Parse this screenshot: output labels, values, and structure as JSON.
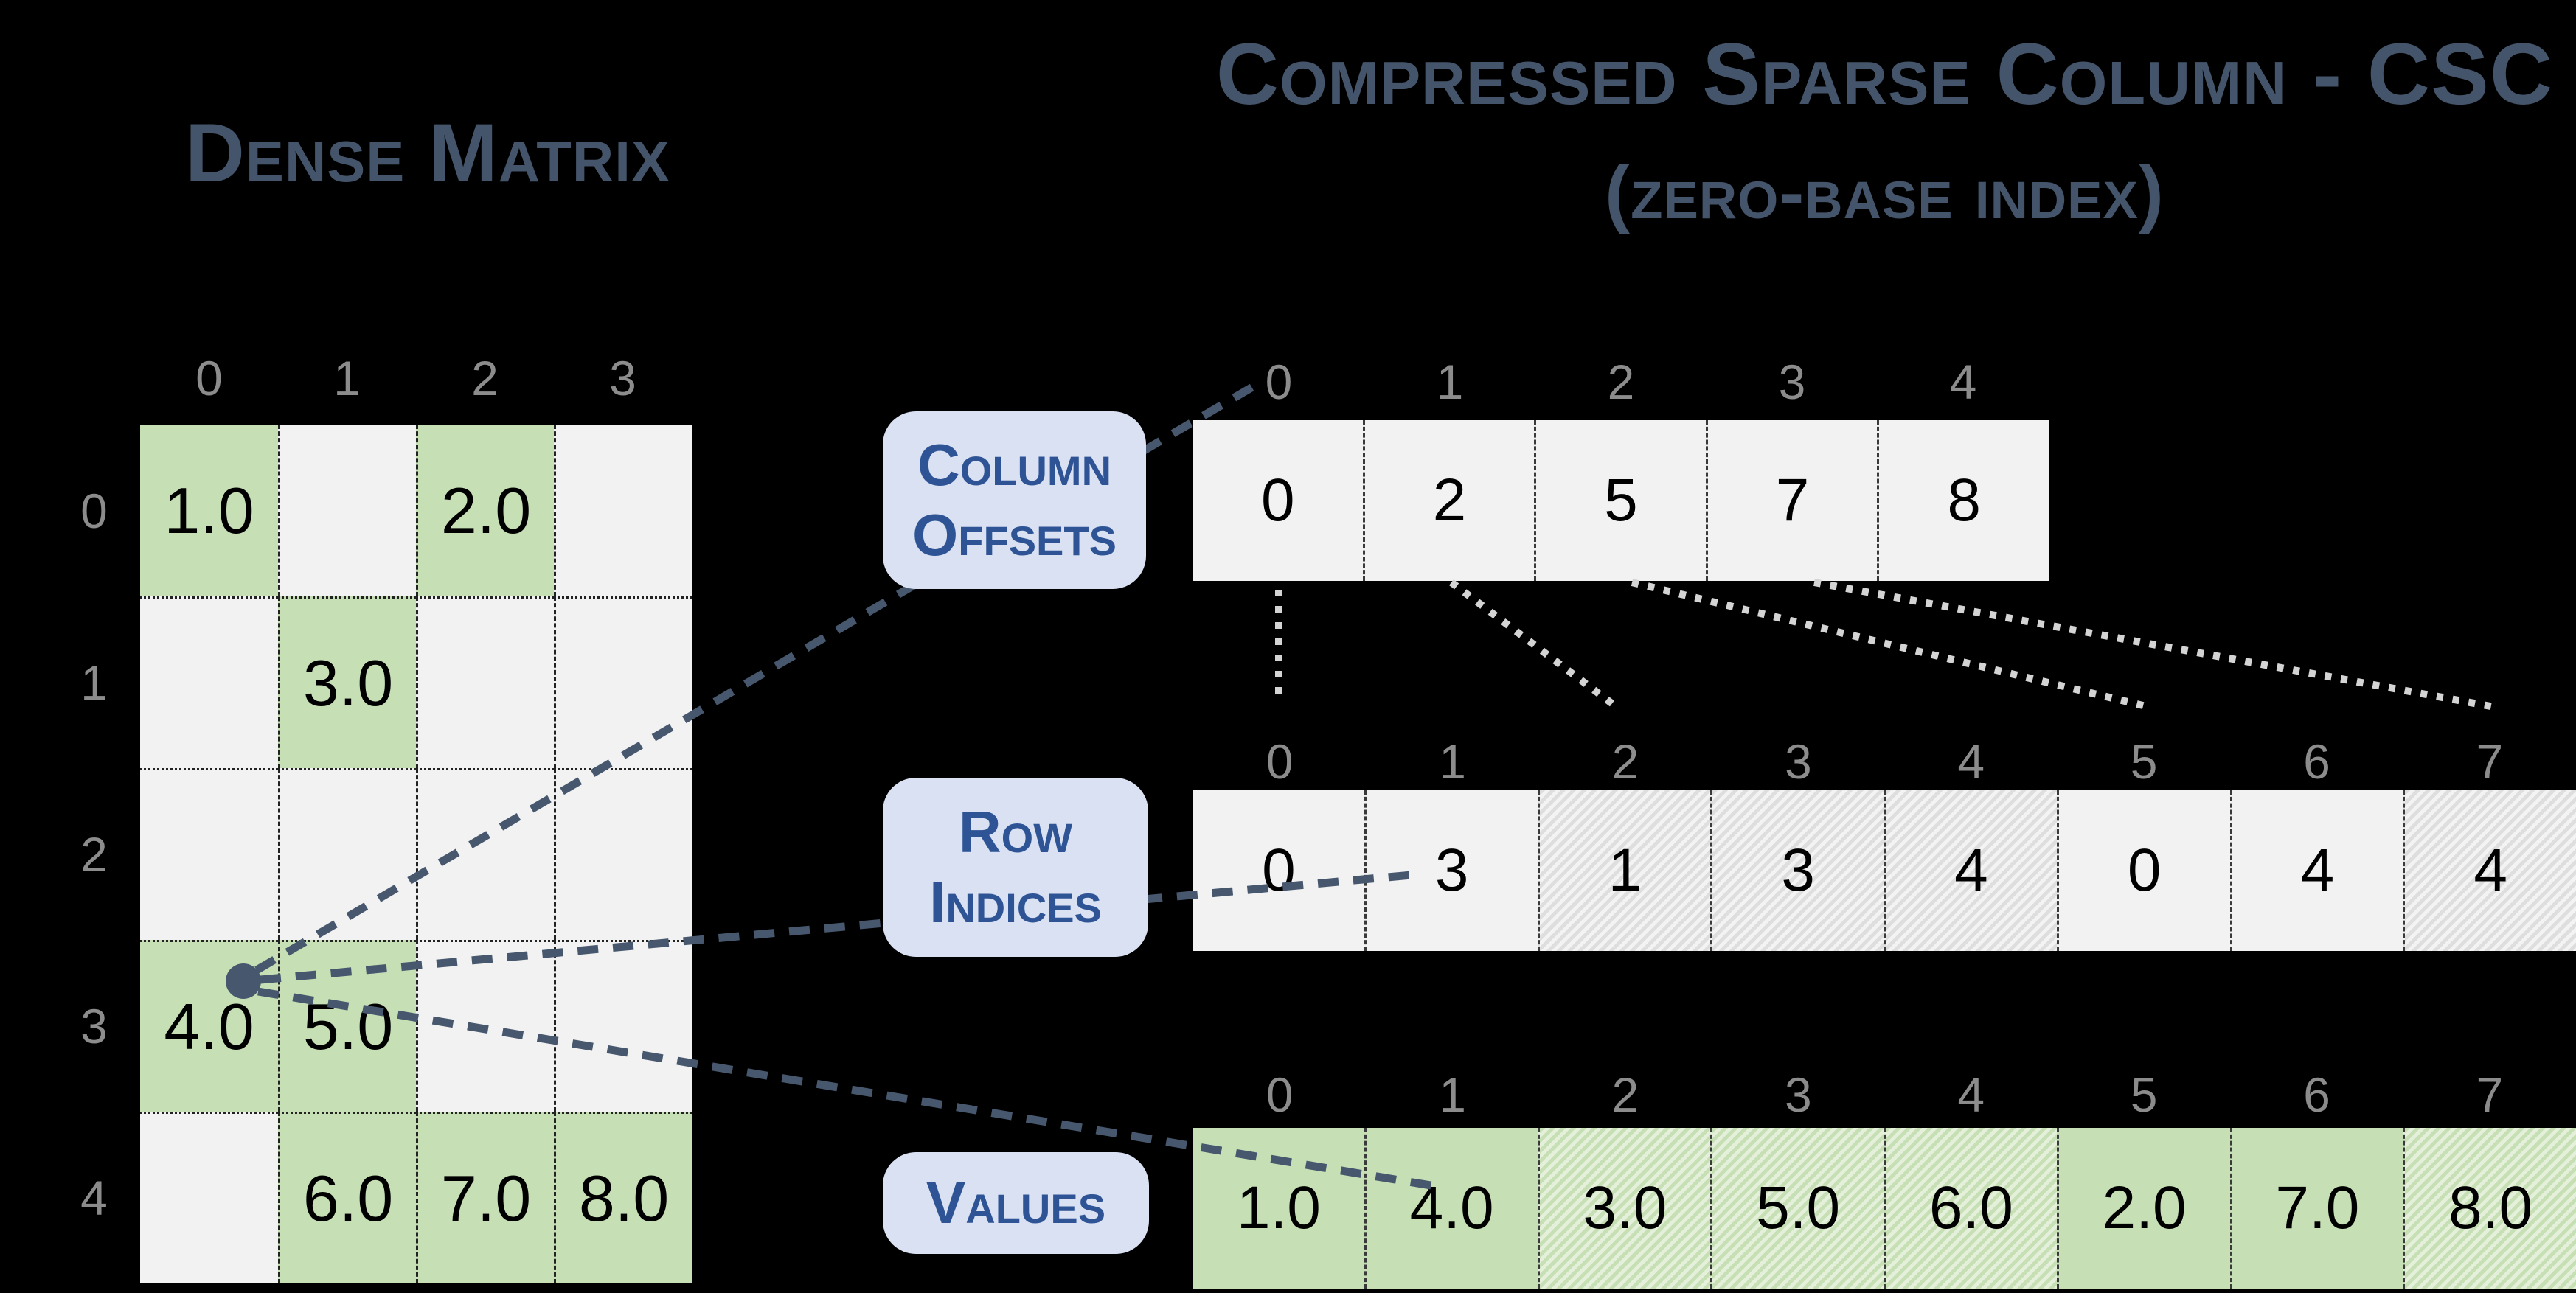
{
  "titles": {
    "dense": "Dense Matrix",
    "csc": "Compressed Sparse Column - CSC",
    "csc_sub": "(zero-base index)"
  },
  "labels": {
    "column_offsets": [
      "Column",
      "Offsets"
    ],
    "row_indices": [
      "Row",
      "Indices"
    ],
    "values": [
      "Values"
    ]
  },
  "dense_matrix": {
    "col_labels": [
      "0",
      "1",
      "2",
      "3"
    ],
    "row_labels": [
      "0",
      "1",
      "2",
      "3",
      "4"
    ],
    "cells": [
      {
        "v": "1.0",
        "filled": true
      },
      {
        "v": "",
        "filled": false
      },
      {
        "v": "2.0",
        "filled": true
      },
      {
        "v": "",
        "filled": false
      },
      {
        "v": "",
        "filled": false
      },
      {
        "v": "3.0",
        "filled": true
      },
      {
        "v": "",
        "filled": false
      },
      {
        "v": "",
        "filled": false
      },
      {
        "v": "",
        "filled": false
      },
      {
        "v": "",
        "filled": false
      },
      {
        "v": "",
        "filled": false
      },
      {
        "v": "",
        "filled": false
      },
      {
        "v": "4.0",
        "filled": true
      },
      {
        "v": "5.0",
        "filled": true
      },
      {
        "v": "",
        "filled": false
      },
      {
        "v": "",
        "filled": false
      },
      {
        "v": "",
        "filled": false
      },
      {
        "v": "6.0",
        "filled": true
      },
      {
        "v": "7.0",
        "filled": true
      },
      {
        "v": "8.0",
        "filled": true
      }
    ]
  },
  "arrays": {
    "column_offsets": {
      "indices": [
        "0",
        "1",
        "2",
        "3",
        "4"
      ],
      "cells": [
        {
          "v": "0",
          "hatched": false
        },
        {
          "v": "2",
          "hatched": false
        },
        {
          "v": "5",
          "hatched": false
        },
        {
          "v": "7",
          "hatched": false
        },
        {
          "v": "8",
          "hatched": false
        }
      ]
    },
    "row_indices": {
      "indices": [
        "0",
        "1",
        "2",
        "3",
        "4",
        "5",
        "6",
        "7"
      ],
      "cells": [
        {
          "v": "0",
          "hatched": false
        },
        {
          "v": "3",
          "hatched": false
        },
        {
          "v": "1",
          "hatched": true
        },
        {
          "v": "3",
          "hatched": true
        },
        {
          "v": "4",
          "hatched": true
        },
        {
          "v": "0",
          "hatched": false
        },
        {
          "v": "4",
          "hatched": false
        },
        {
          "v": "4",
          "hatched": true
        }
      ]
    },
    "values": {
      "indices": [
        "0",
        "1",
        "2",
        "3",
        "4",
        "5",
        "6",
        "7"
      ],
      "cells": [
        {
          "v": "1.0",
          "hatched": false
        },
        {
          "v": "4.0",
          "hatched": false
        },
        {
          "v": "3.0",
          "hatched": true
        },
        {
          "v": "5.0",
          "hatched": true
        },
        {
          "v": "6.0",
          "hatched": true
        },
        {
          "v": "2.0",
          "hatched": false
        },
        {
          "v": "7.0",
          "hatched": false
        },
        {
          "v": "8.0",
          "hatched": true
        }
      ]
    }
  },
  "colors": {
    "background": "#000000",
    "title_text": "#44546A",
    "label_box_bg": "#D9E1F2",
    "label_box_text": "#2E5496",
    "nonzero_cell_green": "#C6DFB5",
    "zero_cell_gray": "#F2F2F2",
    "index_label_gray": "#8C8C8C",
    "connector_slate": "#47586E",
    "connector_dotted_gray": "#D4D4D4"
  }
}
